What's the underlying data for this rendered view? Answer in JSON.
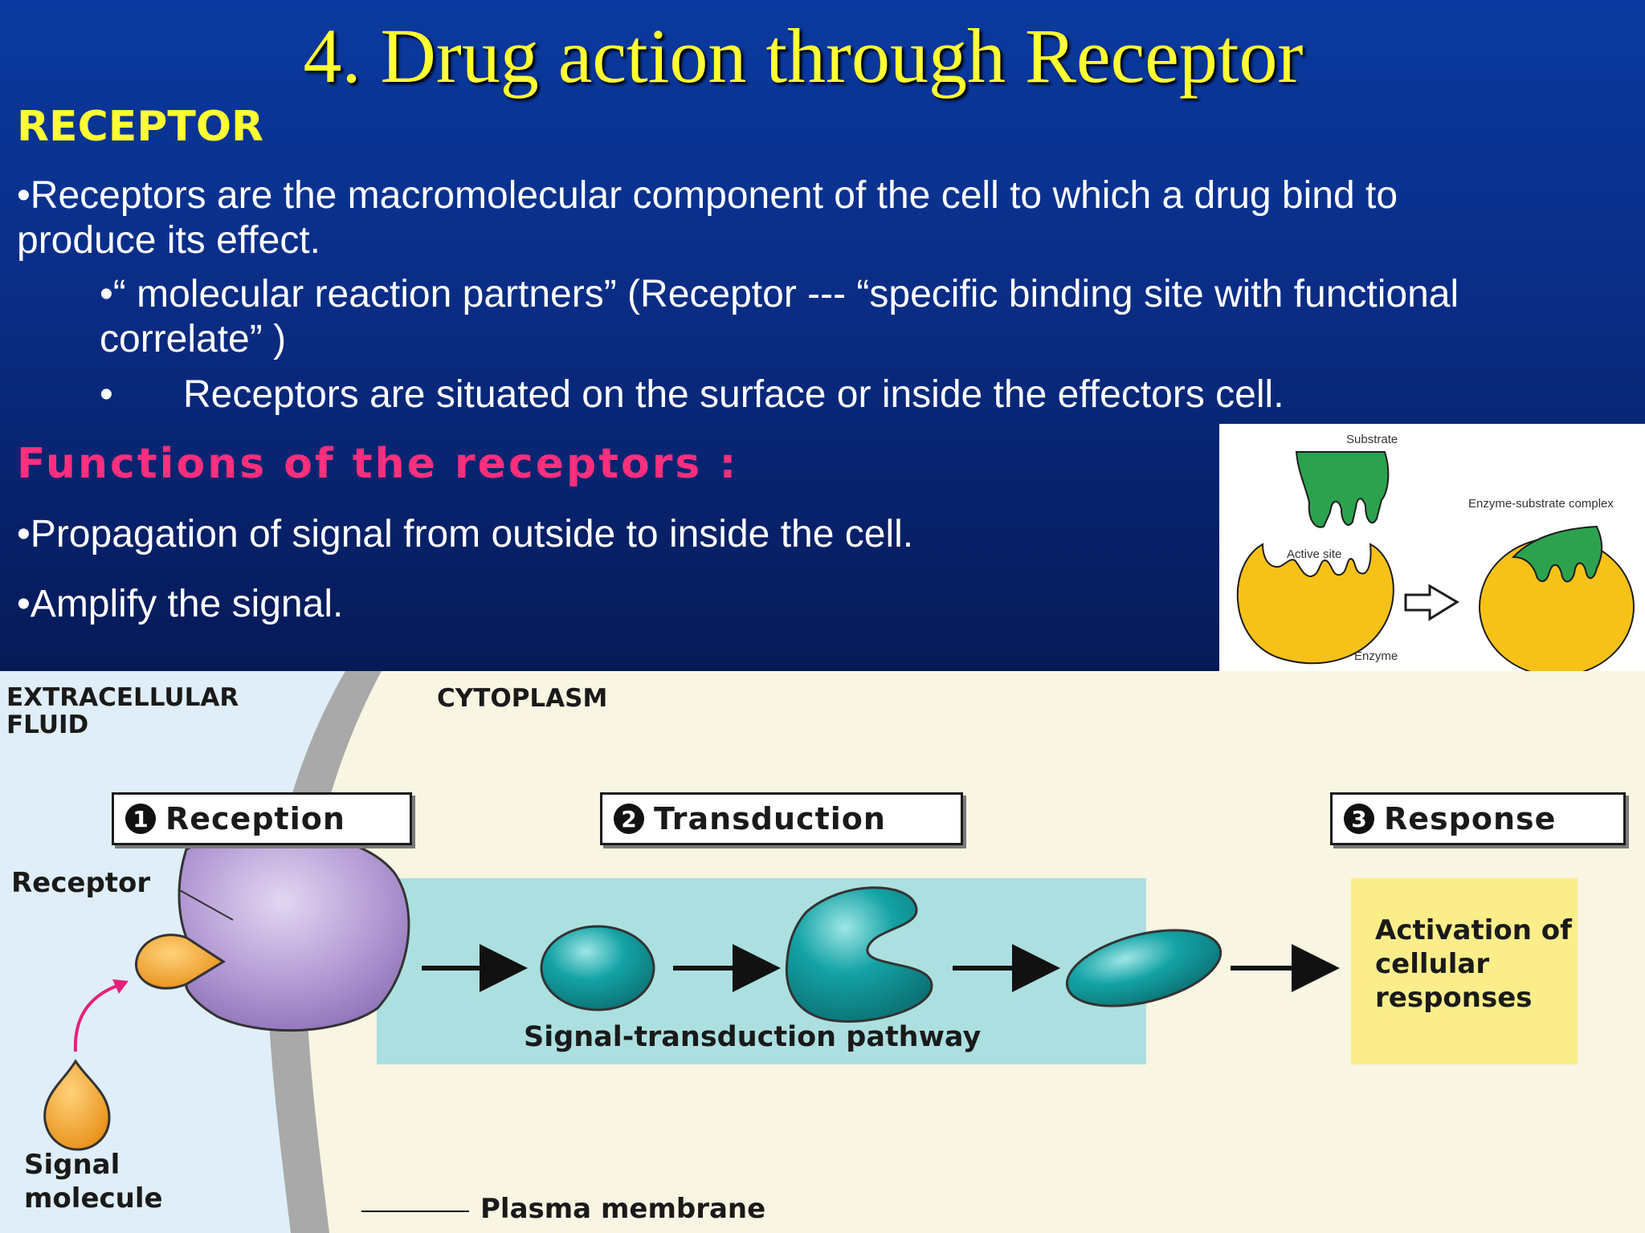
{
  "slide": {
    "title": "4. Drug action through Receptor",
    "receptor_heading": "RECEPTOR",
    "bullet1": "•Receptors are the macromolecular component of the cell to which a drug bind to produce its effect.",
    "bullet2": "•“ molecular reaction partners” (Receptor --- “specific binding site with functional correlate” )",
    "bullet3_marker": "•",
    "bullet3": "Receptors are situated on the surface or inside the effectors cell.",
    "functions_heading": "Functions of the receptors :",
    "bullet4": "•Propagation of signal from outside to inside the cell.",
    "bullet5": "•Amplify the signal."
  },
  "enzyme_figure": {
    "substrate": "Substrate",
    "active_site": "Active site",
    "enzyme": "Enzyme",
    "complex": "Enzyme-substrate complex"
  },
  "diagram": {
    "extracellular": "EXTRACELLULAR FLUID",
    "cytoplasm": "CYTOPLASM",
    "steps": [
      {
        "num": "1",
        "label": "Reception"
      },
      {
        "num": "2",
        "label": "Transduction"
      },
      {
        "num": "3",
        "label": "Response"
      }
    ],
    "receptor": "Receptor",
    "pathway": "Signal-transduction pathway",
    "response_text": "Activation of cellular responses",
    "signal_molecule": "Signal molecule",
    "plasma_membrane": "Plasma membrane"
  },
  "colors": {
    "title": "#ffff33",
    "functions_heading": "#ff2f7e",
    "background_blue": "#0a2e88",
    "receptor_purple": "#b39ad4",
    "protein_teal": "#14a3a6",
    "signal_orange": "#f6a623",
    "pathway_box": "#acdfe0",
    "response_box": "#faed8a"
  }
}
